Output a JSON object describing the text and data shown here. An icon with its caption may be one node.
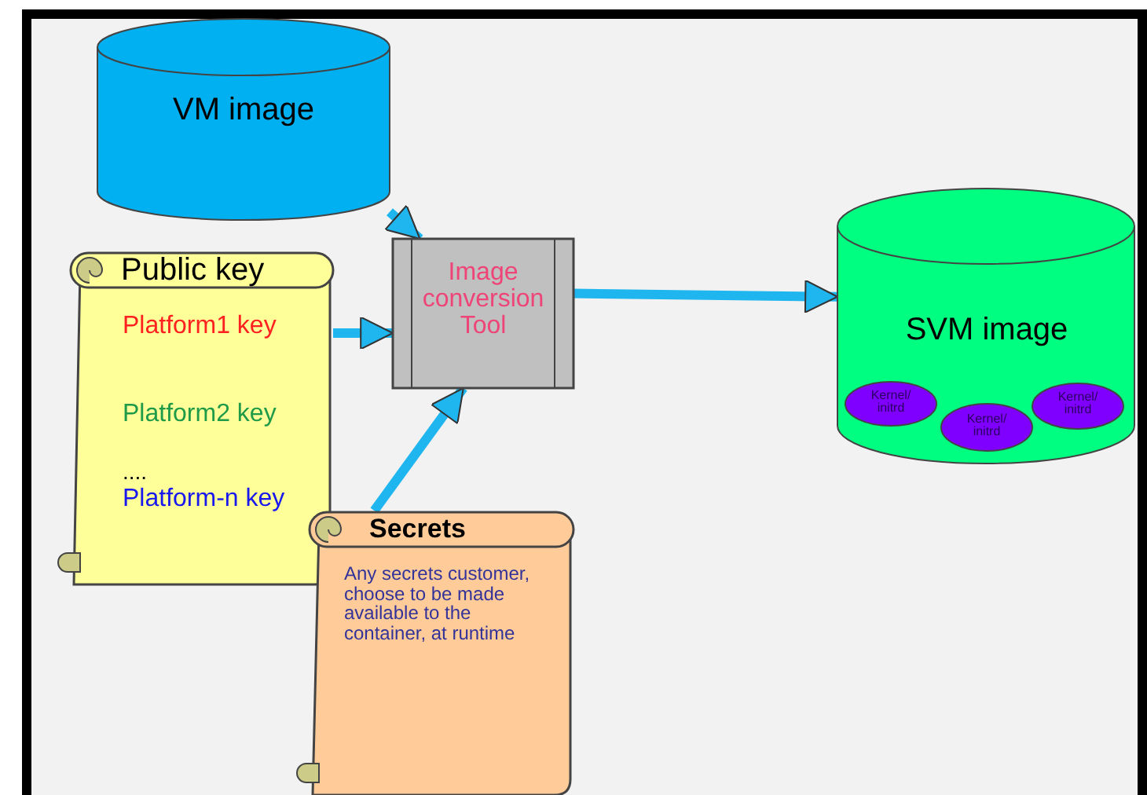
{
  "diagram": {
    "nodes": [
      {
        "text": [
          "VM image"
        ]
      },
      {
        "text": [
          "Public key",
          "Platform1 key",
          "Platform2 key",
          "....",
          "Platform-n key"
        ]
      },
      {
        "text": [
          "Image conversion Tool"
        ]
      },
      {
        "text": [
          "SVM image"
        ]
      },
      {
        "text": [
          "Kernel/ initrd"
        ],
        "in": 3
      },
      {
        "text": [
          "Kernel/ initrd"
        ],
        "in": 3
      },
      {
        "text": [
          "Kernel/ initrd"
        ],
        "in": 3
      },
      {
        "text": [
          "Secrets",
          "Any secrets customer, choose to be made available to the container, at runtime"
        ]
      }
    ],
    "edges": [
      {
        "from": 0,
        "to": 2,
        "arrow": "to"
      },
      {
        "from": 1,
        "to": 2,
        "arrow": "to"
      },
      {
        "from": 7,
        "to": 2,
        "arrow": "to"
      },
      {
        "from": 2,
        "to": 3,
        "arrow": "to"
      }
    ]
  }
}
